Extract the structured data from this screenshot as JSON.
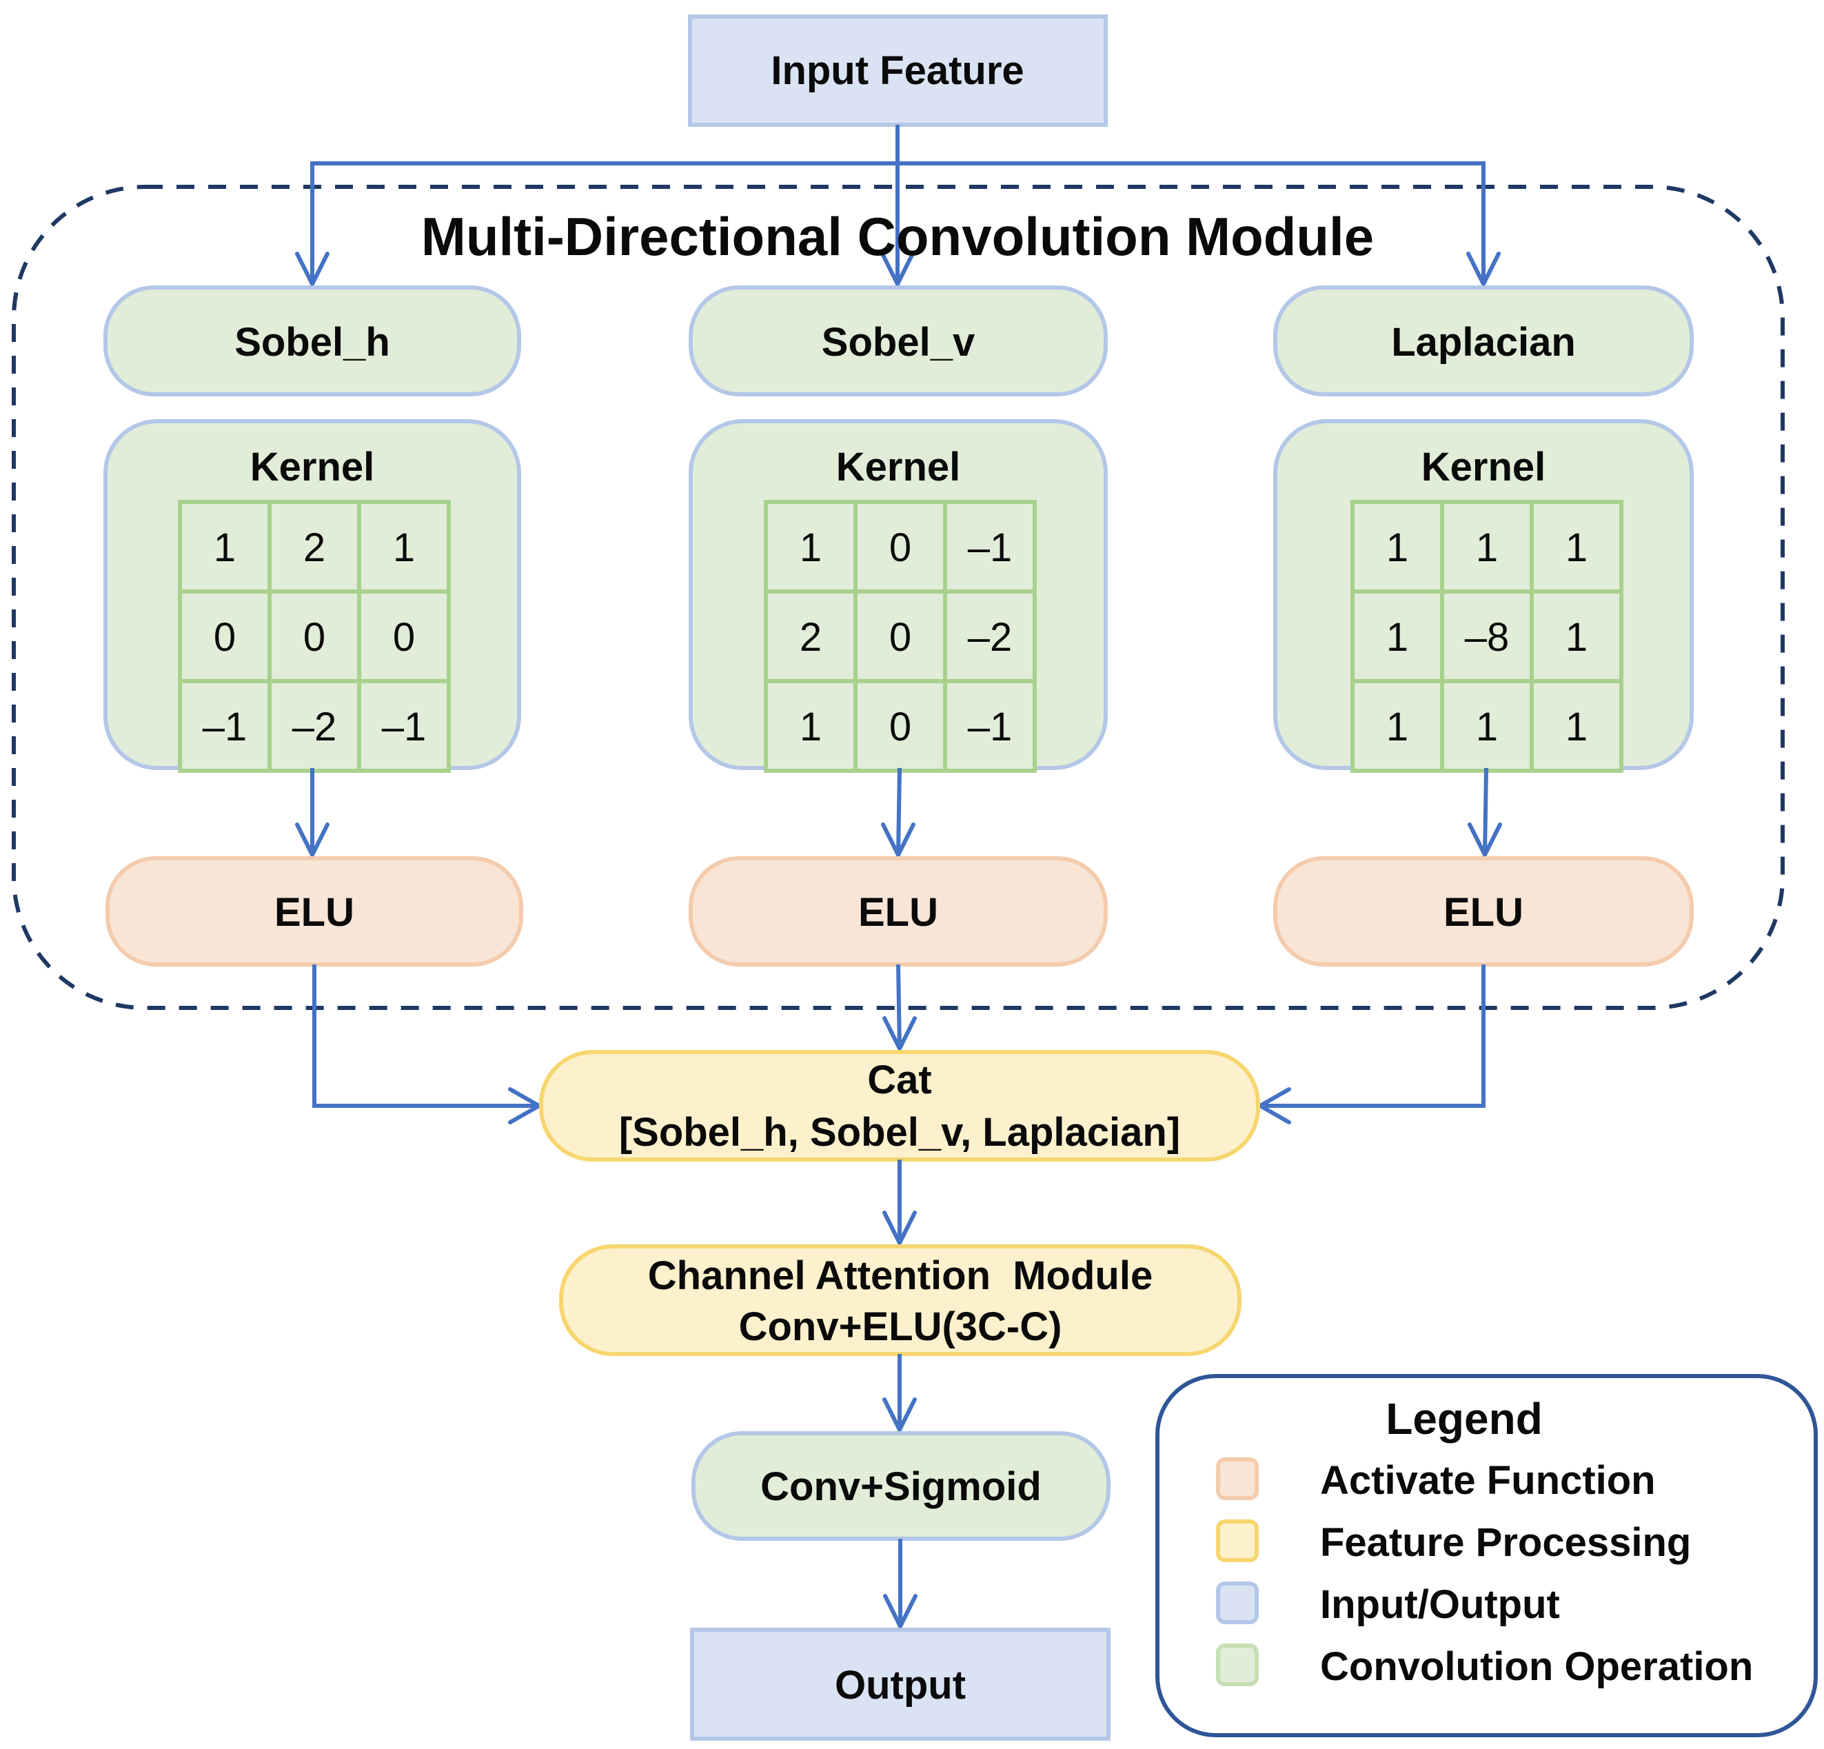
{
  "diagram": {
    "input_label": "Input Feature",
    "module_title": "Multi-Directional Convolution Module",
    "branches": [
      {
        "name": "Sobel_h",
        "kernel_label": "Kernel",
        "kernel": [
          [
            "1",
            "2",
            "1"
          ],
          [
            "0",
            "0",
            "0"
          ],
          [
            "–1",
            "–2",
            "–1"
          ]
        ],
        "activation": "ELU"
      },
      {
        "name": "Sobel_v",
        "kernel_label": "Kernel",
        "kernel": [
          [
            "1",
            "0",
            "–1"
          ],
          [
            "2",
            "0",
            "–2"
          ],
          [
            "1",
            "0",
            "–1"
          ]
        ],
        "activation": "ELU"
      },
      {
        "name": "Laplacian",
        "kernel_label": "Kernel",
        "kernel": [
          [
            "1",
            "1",
            "1"
          ],
          [
            "1",
            "–8",
            "1"
          ],
          [
            "1",
            "1",
            "1"
          ]
        ],
        "activation": "ELU"
      }
    ],
    "cat_line1": "Cat",
    "cat_line2": "[Sobel_h, Sobel_v, Laplacian]",
    "cam_line1": "Channel Attention  Module",
    "cam_line2": "Conv+ELU(3C-C)",
    "conv_sigmoid": "Conv+Sigmoid",
    "output_label": "Output"
  },
  "legend": {
    "title": "Legend",
    "items": [
      {
        "label": "Activate Function",
        "category": "activation",
        "fill": "#F8E5D6",
        "stroke": "#F4CCAD"
      },
      {
        "label": "Feature Processing",
        "category": "feature-processing",
        "fill": "#FCF1CC",
        "stroke": "#F7D66F"
      },
      {
        "label": "Input/Output",
        "category": "input-output",
        "fill": "#DAE3F3",
        "stroke": "#B4C7E7"
      },
      {
        "label": "Convolution Operation",
        "category": "convolution",
        "fill": "#E1EDD8",
        "stroke": "#C5DFB4"
      }
    ]
  },
  "colors": {
    "arrow": "#4472C4",
    "module_border": "#1F3864",
    "legend_border": "#2F5597"
  }
}
